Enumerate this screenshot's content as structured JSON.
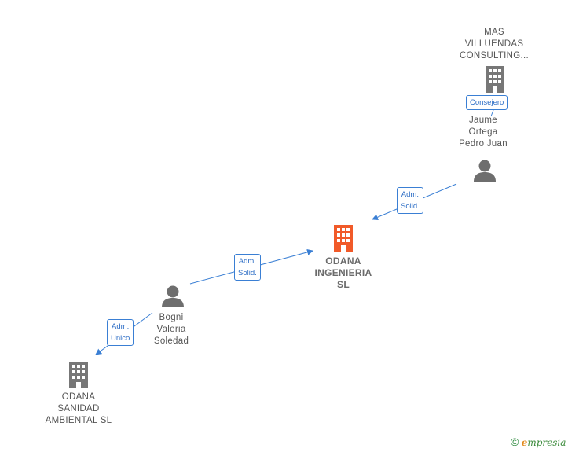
{
  "colors": {
    "edge": "#3a7fd4",
    "building_company": "#777777",
    "building_focus": "#f15a29",
    "person": "#6e6e6e",
    "brand_green": "#2d8a3e",
    "brand_orange": "#e38a1c"
  },
  "nodes": {
    "mas_villuendas": {
      "label": "MAS\nVILLUENDAS\nCONSULTING...",
      "icon": "building-icon"
    },
    "jaume_ortega": {
      "label": "Jaume\nOrtega\nPedro Juan",
      "icon": "person-icon"
    },
    "odana_ingenieria": {
      "label": "ODANA\nINGENIERIA\nSL",
      "icon": "building-icon"
    },
    "bogni_valeria": {
      "label": "Bogni\nValeria\nSoledad",
      "icon": "person-icon"
    },
    "odana_sanidad": {
      "label": "ODANA\nSANIDAD\nAMBIENTAL SL",
      "icon": "building-icon"
    }
  },
  "edges": {
    "consejero": {
      "label": "Consejero"
    },
    "jaume_to_odana": {
      "label": "Adm.\nSolid."
    },
    "bogni_to_odana": {
      "label": "Adm.\nSolid."
    },
    "bogni_to_sanidad": {
      "label": "Adm.\nUnico"
    }
  },
  "brand": {
    "copyright": "©",
    "e": "e",
    "rest": "mpresia"
  }
}
